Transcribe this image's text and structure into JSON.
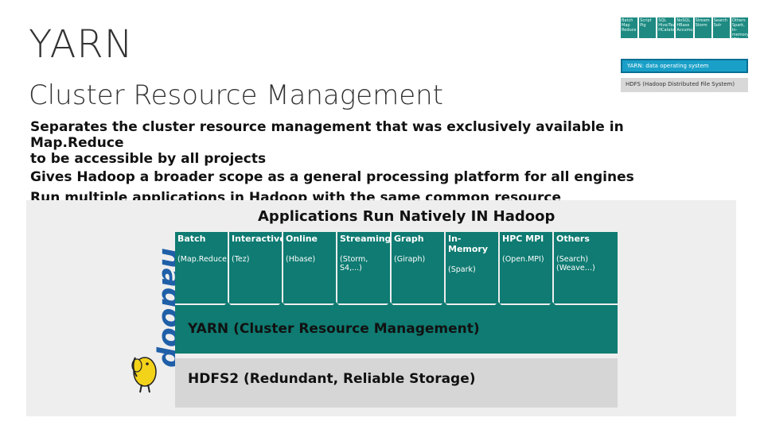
{
  "title": "YARN",
  "subtitle": "Cluster Resource Management",
  "bullets": [
    {
      "line1": "Separates the cluster resource management that was exclusively available in Map.Reduce",
      "line2": "to be accessible by all projects"
    },
    {
      "line1": "Gives Hadoop a broader scope as a general processing platform for all engines"
    },
    {
      "line1": "Run multiple applications in Hadoop with the same common resource management"
    }
  ],
  "mini_stack": {
    "apps": [
      {
        "name": "Batch",
        "sub": "Map Reduce"
      },
      {
        "name": "Script",
        "sub": "Pig"
      },
      {
        "name": "SQL",
        "sub": "Hive/Tez, HCatalog"
      },
      {
        "name": "NoSQL",
        "sub": "HBase Accumulo"
      },
      {
        "name": "Stream",
        "sub": "Storm"
      },
      {
        "name": "Search",
        "sub": "Solr"
      },
      {
        "name": "Others",
        "sub": "Spark, In-memory, ISV engines"
      }
    ],
    "yarn": "YARN: data operating system",
    "hdfs": "HDFS (Hadoop Distributed File System)"
  },
  "diagram": {
    "heading": "Applications Run Natively IN Hadoop",
    "apps": [
      {
        "name": "Batch",
        "sub": "(Map.Reduce)"
      },
      {
        "name": "Interactive",
        "sub": "(Tez)"
      },
      {
        "name": "Online",
        "sub": "(Hbase)"
      },
      {
        "name": "Streaming",
        "sub": "(Storm, S4,...)"
      },
      {
        "name": "Graph",
        "sub": "(Giraph)"
      },
      {
        "name": "In-Memory",
        "sub": "(Spark)"
      },
      {
        "name": "HPC MPI",
        "sub": "(Open.MPI)"
      },
      {
        "name": "Others",
        "sub": "(Search) (Weave…)"
      }
    ],
    "yarn_label": "YARN (Cluster Resource Management)",
    "hdfs_label": "HDFS2 (Redundant, Reliable Storage)",
    "logo_text": "hadoop"
  },
  "colors": {
    "teal": "#0f7b72",
    "panel": "#eeeeee",
    "hdfs": "#d6d6d6",
    "mini_yarn": "#1aa0c8"
  }
}
